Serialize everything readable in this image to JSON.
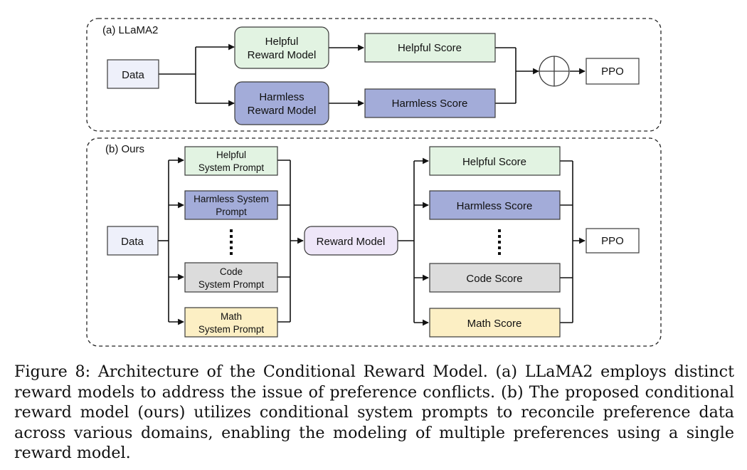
{
  "panel_a": {
    "label": "(a) LLaMA2",
    "data_label": "Data",
    "helpful_rm": [
      "Helpful",
      "Reward Model"
    ],
    "harmless_rm": [
      "Harmless",
      "Reward Model"
    ],
    "helpful_score": "Helpful Score",
    "harmless_score": "Harmless Score",
    "ppo": "PPO"
  },
  "panel_b": {
    "label": "(b) Ours",
    "data_label": "Data",
    "prompts": {
      "helpful": [
        "Helpful",
        "System Prompt"
      ],
      "harmless": [
        "Harmless System",
        "Prompt"
      ],
      "code": [
        "Code",
        "System Prompt"
      ],
      "math": [
        "Math",
        "System Prompt"
      ]
    },
    "reward_model": "Reward Model",
    "scores": {
      "helpful": "Helpful Score",
      "harmless": "Harmless Score",
      "code": "Code Score",
      "math": "Math Score"
    },
    "ppo": "PPO"
  },
  "caption": "Figure 8: Architecture of the Conditional Reward Model. (a) LLaMA2 employs distinct reward models to address the issue of preference conflicts. (b) The proposed conditional reward model (ours) utilizes conditional system prompts to reconcile preference data across various domains, enabling the modeling of multiple preferences using a single reward model.",
  "colors": {
    "data_fill": "#eef0fa",
    "helpful_fill": "#e2f3e2",
    "harmless_fill": "#a3acd9",
    "code_fill": "#dcdcdc",
    "math_fill": "#fcefc4",
    "reward_model_fill": "#eee6f8",
    "ppo_fill": "#ffffff",
    "stroke": "#3a3a3a"
  }
}
